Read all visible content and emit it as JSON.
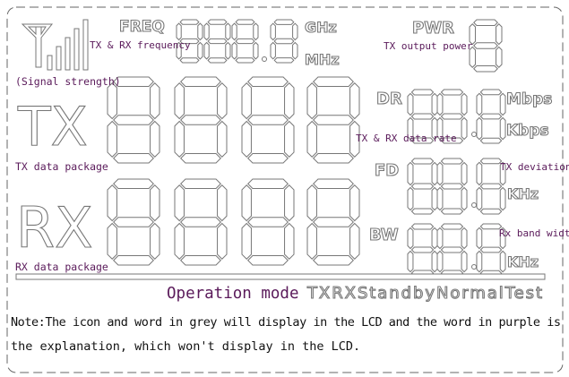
{
  "lcd_labels": {
    "freq": "FREQ",
    "ghz": "GHz",
    "mhz": "MHz",
    "pwr": "PWR",
    "tx": "TX",
    "rx": "RX",
    "dr": "DR",
    "mbps": "Mbps",
    "kbps": "Kbps",
    "fd": "FD",
    "fd_unit": "KHz",
    "bw": "BW",
    "bw_unit": "KHz",
    "modes": "TXRXStandbyNormalTest"
  },
  "explanations": {
    "frequency": "TX & RX frequency",
    "signal": "(Signal strength)",
    "tx_package": "TX data package",
    "rx_package": "RX data package",
    "power": "TX output power",
    "data_rate": "TX & RX data rate",
    "deviation": "TX deviation",
    "band_width": "Rx band width",
    "operation_mode": "Operation mode"
  },
  "note": {
    "line1": "Note:The icon and word in grey will  display in the LCD  and the word in purple is",
    "line2": "the explanation, which won't display in the LCD."
  },
  "colors": {
    "lcd_grey": "#777777",
    "explanation_purple": "#5a1a5a"
  },
  "icons": [
    "antenna-icon",
    "signal-bars-icon"
  ]
}
